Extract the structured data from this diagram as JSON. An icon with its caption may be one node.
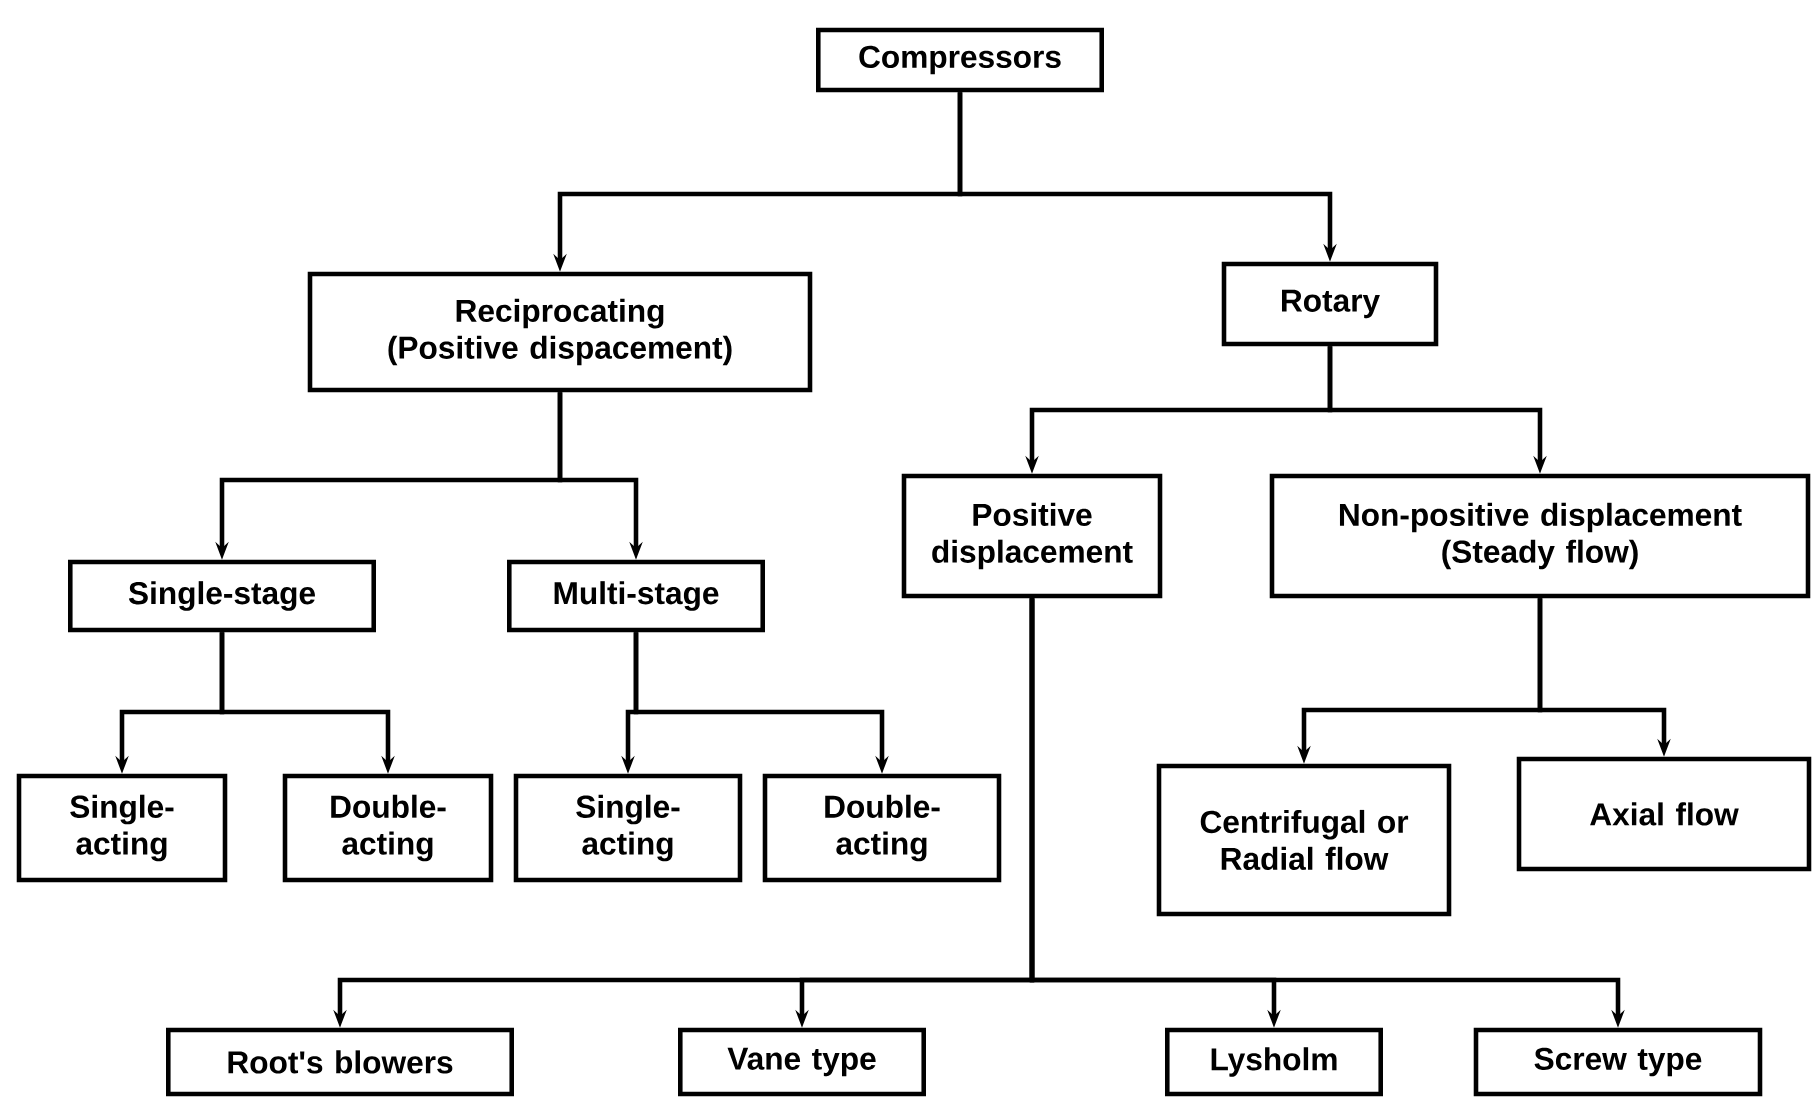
{
  "diagram": {
    "nodes": [
      {
        "text": [
          "Compressors"
        ]
      },
      {
        "text": [
          "Reciprocating (Positive dispacement)"
        ]
      },
      {
        "text": [
          "Rotary"
        ]
      },
      {
        "text": [
          "Single-stage"
        ]
      },
      {
        "text": [
          "Multi-stage"
        ]
      },
      {
        "text": [
          "Positive displacement"
        ]
      },
      {
        "text": [
          "Non-positive displacement (Steady flow)"
        ]
      },
      {
        "text": [
          "Single-acting"
        ]
      },
      {
        "text": [
          "Double-acting"
        ]
      },
      {
        "text": [
          "Single-acting"
        ]
      },
      {
        "text": [
          "Double-acting"
        ]
      },
      {
        "text": [
          "Centrifugal or Radial flow"
        ]
      },
      {
        "text": [
          "Axial flow"
        ]
      },
      {
        "text": [
          "Root's blowers"
        ]
      },
      {
        "text": [
          "Vane type"
        ]
      },
      {
        "text": [
          "Lysholm"
        ]
      },
      {
        "text": [
          "Screw type"
        ]
      }
    ],
    "edges": [
      {
        "from": 0,
        "to": 1,
        "arrow": "to"
      },
      {
        "from": 0,
        "to": 2,
        "arrow": "to"
      },
      {
        "from": 1,
        "to": 3,
        "arrow": "to"
      },
      {
        "from": 1,
        "to": 4,
        "arrow": "to"
      },
      {
        "from": 2,
        "to": 5,
        "arrow": "to"
      },
      {
        "from": 2,
        "to": 6,
        "arrow": "to"
      },
      {
        "from": 3,
        "to": 7,
        "arrow": "to"
      },
      {
        "from": 3,
        "to": 8,
        "arrow": "to"
      },
      {
        "from": 4,
        "to": 9,
        "arrow": "to"
      },
      {
        "from": 4,
        "to": 10,
        "arrow": "to"
      },
      {
        "from": 6,
        "to": 11,
        "arrow": "to"
      },
      {
        "from": 6,
        "to": 12,
        "arrow": "to"
      },
      {
        "from": 5,
        "to": 13,
        "arrow": "to"
      },
      {
        "from": 5,
        "to": 14,
        "arrow": "to"
      },
      {
        "from": 5,
        "to": 15,
        "arrow": "to"
      },
      {
        "from": 5,
        "to": 16,
        "arrow": "to"
      }
    ]
  }
}
